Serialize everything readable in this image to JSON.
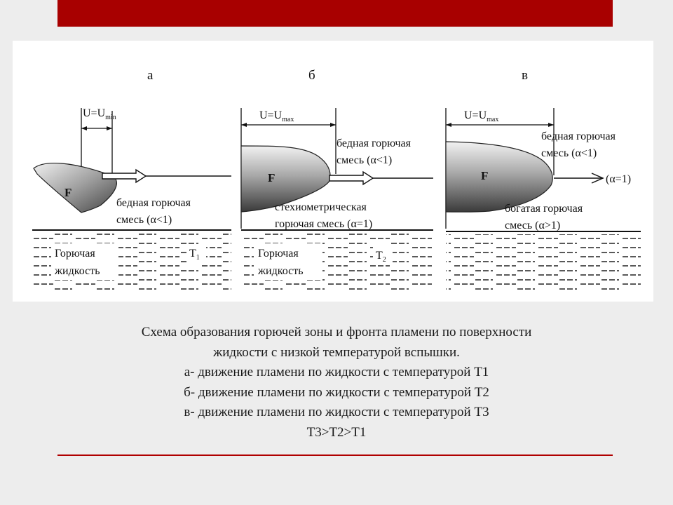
{
  "slide": {
    "top_bar_color": "#a80000",
    "rule_color": "#b00000"
  },
  "panels": [
    {
      "letter": "а",
      "velocity": "U=U",
      "velocity_sub": "min",
      "flame_label": "F",
      "mixture_line1": "бедная горючая",
      "mixture_line2": "смесь (α<1)",
      "liquid_line1": "Горючая",
      "liquid_line2": "жидкость",
      "temperature": "T",
      "temperature_sub": "1"
    },
    {
      "letter": "б",
      "velocity": "U=U",
      "velocity_sub": "max",
      "flame_label": "F",
      "right_line1": "бедная горючая",
      "right_line2": "смесь (α<1)",
      "mixture_line1": "стехиометрическая",
      "mixture_line2": "горючая смесь (α=1)",
      "liquid_line1": "Горючая",
      "liquid_line2": "жидкость",
      "temperature": "T",
      "temperature_sub": "2"
    },
    {
      "letter": "в",
      "velocity": "U=U",
      "velocity_sub": "max",
      "flame_label": "F",
      "right_line1": "бедная горючая",
      "right_line2": "смесь (α<1)",
      "arrow_label": "(α=1)",
      "mixture_line1": "богатая горючая",
      "mixture_line2": "смесь (α>1)"
    }
  ],
  "caption": {
    "line1": "Схема образования горючей зоны и фронта пламени по поверхности",
    "line2": "жидкости с низкой температурой вспышки.",
    "line3": "а- движение пламени по жидкости с температурой Т1",
    "line4": "б- движение пламени по жидкости с температурой Т2",
    "line5": "в- движение пламени по жидкости с температурой Т3",
    "line6": "Т3>Т2>Т1"
  }
}
